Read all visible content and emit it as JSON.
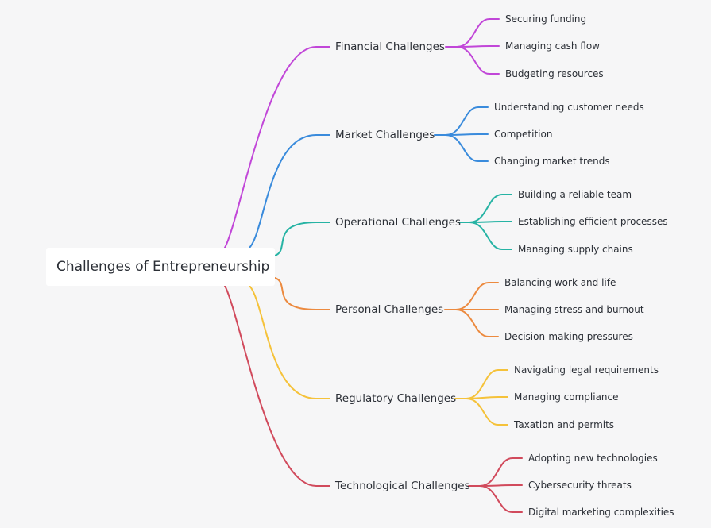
{
  "root": {
    "label": "Challenges of Entrepreneurship"
  },
  "branches": [
    {
      "label": "Financial Challenges",
      "color": "#c146d8",
      "children": [
        "Securing funding",
        "Managing cash flow",
        "Budgeting resources"
      ]
    },
    {
      "label": "Market Challenges",
      "color": "#3a8bdc",
      "children": [
        "Understanding customer needs",
        "Competition",
        "Changing market trends"
      ]
    },
    {
      "label": "Operational Challenges",
      "color": "#26b3a4",
      "children": [
        "Building a reliable team",
        "Establishing efficient processes",
        "Managing supply chains"
      ]
    },
    {
      "label": "Personal Challenges",
      "color": "#ec8a3f",
      "children": [
        "Balancing work and life",
        "Managing stress and burnout",
        "Decision-making pressures"
      ]
    },
    {
      "label": "Regulatory Challenges",
      "color": "#f5c23a",
      "children": [
        "Navigating legal requirements",
        "Managing compliance",
        "Taxation and permits"
      ]
    },
    {
      "label": "Technological Challenges",
      "color": "#d14a5c",
      "children": [
        "Adopting new technologies",
        "Cybersecurity threats",
        "Digital marketing complexities"
      ]
    }
  ]
}
